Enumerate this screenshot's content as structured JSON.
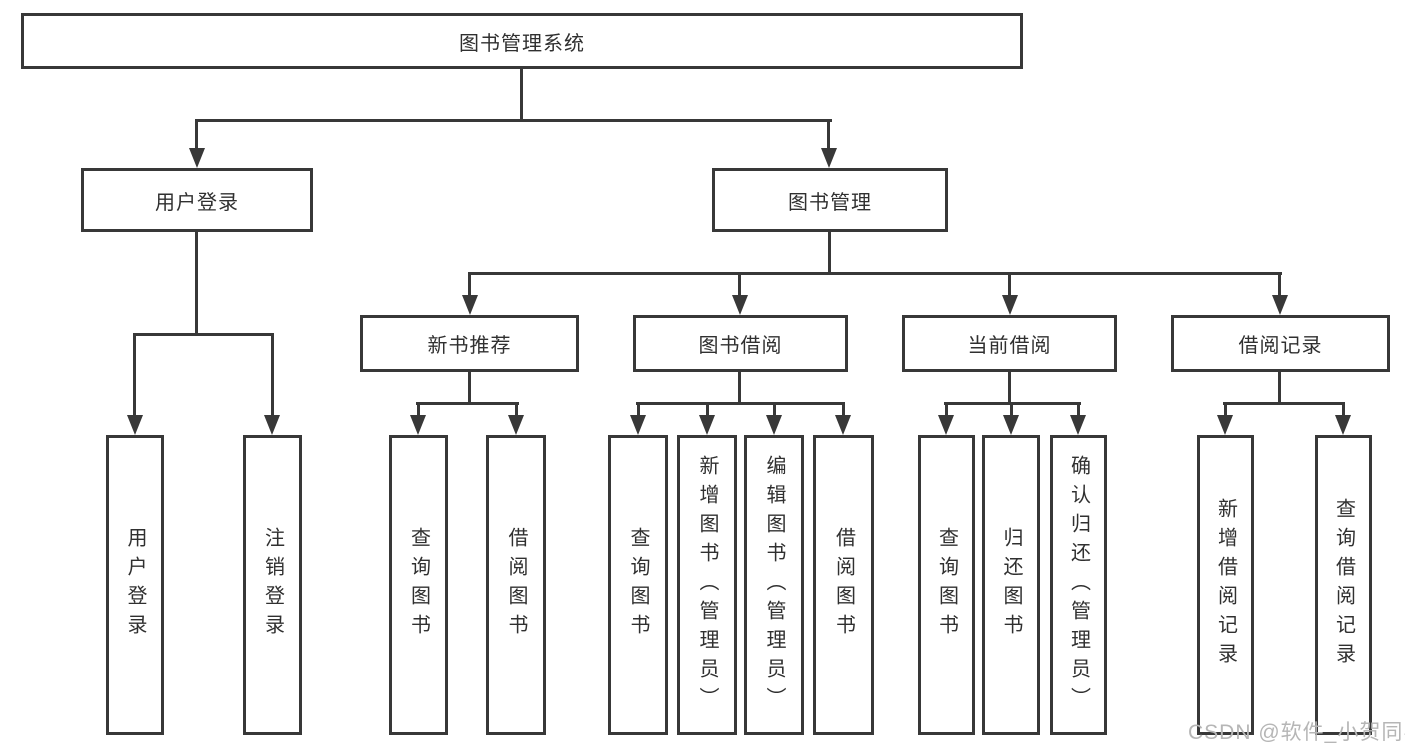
{
  "diagram": {
    "root": {
      "label": "图书管理系统"
    },
    "level2": [
      {
        "label": "用户登录"
      },
      {
        "label": "图书管理"
      }
    ],
    "level3": [
      {
        "label": "新书推荐"
      },
      {
        "label": "图书借阅"
      },
      {
        "label": "当前借阅"
      },
      {
        "label": "借阅记录"
      }
    ],
    "leaves": [
      {
        "label": "用户登录"
      },
      {
        "label": "注销登录"
      },
      {
        "label": "查询图书"
      },
      {
        "label": "借阅图书"
      },
      {
        "label": "查询图书"
      },
      {
        "label": "新增图书（管理员）"
      },
      {
        "label": "编辑图书（管理员）"
      },
      {
        "label": "借阅图书"
      },
      {
        "label": "查询图书"
      },
      {
        "label": "归还图书"
      },
      {
        "label": "确认归还（管理员）"
      },
      {
        "label": "新增借阅记录"
      },
      {
        "label": "查询借阅记录"
      }
    ]
  },
  "watermark": {
    "text": "CSDN @软件_小贺同学"
  },
  "colors": {
    "line": "#383838",
    "text": "#303030",
    "background": "#ffffff",
    "watermark": "#b6b6b6"
  }
}
